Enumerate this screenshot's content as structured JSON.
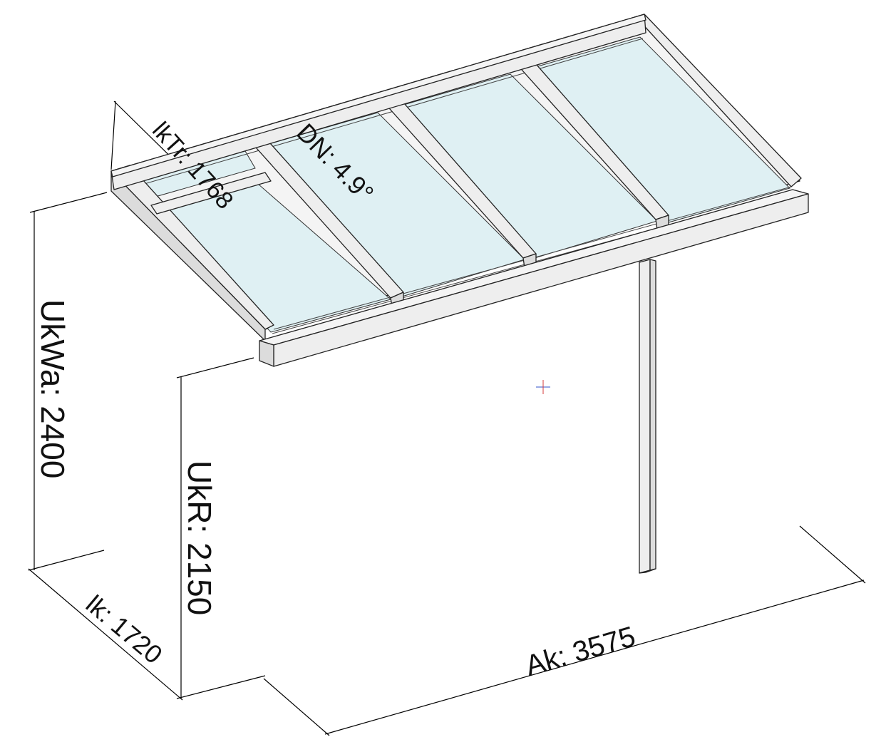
{
  "diagram": {
    "colors": {
      "glass": "#dff0f3",
      "frame": "#eeeeee",
      "line": "#222222",
      "origin_marker_red": "#d43b3b",
      "origin_marker_blue": "#3050c8"
    },
    "labels": {
      "eave_beam_length": "lkTr: 1768",
      "roof_pitch": "DN: 4.9°",
      "wall_connection_height": "UkWa: 2400",
      "gutter_height": "UkR: 2150",
      "projection": "lk: 1720",
      "width": "Ak: 3575"
    }
  }
}
